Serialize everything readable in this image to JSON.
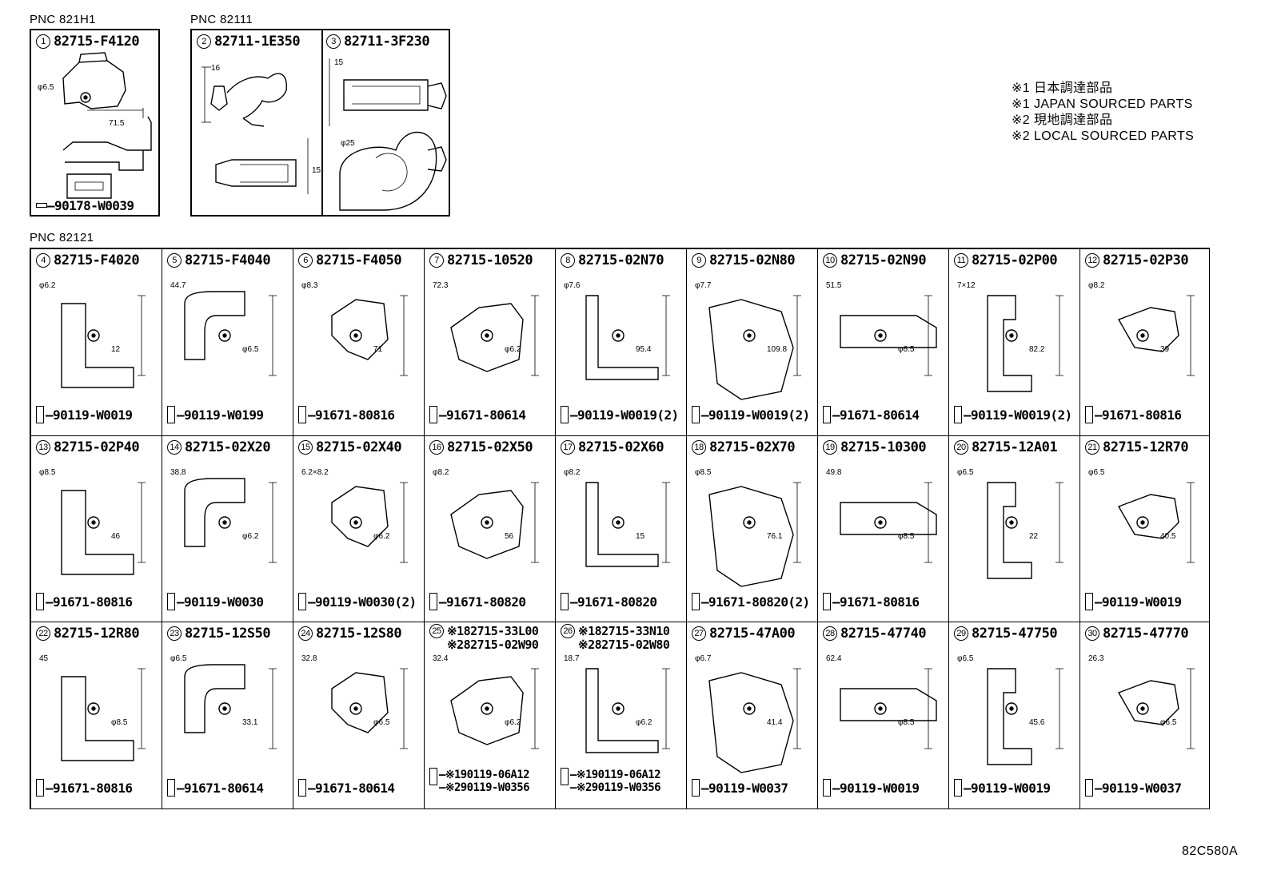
{
  "pnc_labels": {
    "top_left": "PNC 821H1",
    "top_mid": "PNC 82111",
    "main": "PNC 82121"
  },
  "notes": [
    "※1 日本調達部品",
    "※1 JAPAN SOURCED PARTS",
    "※2 現地調達部品",
    "※2 LOCAL SOURCED PARTS"
  ],
  "drawing_ref": "82C580A",
  "top_parts": [
    {
      "num": "1",
      "part": "82715-F4120",
      "dims": [
        "φ6.5",
        "71.5"
      ],
      "bolt": "90178-W0039"
    },
    {
      "num": "2",
      "part": "82711-1E350",
      "dims": [
        "16",
        "15"
      ]
    },
    {
      "num": "3",
      "part": "82711-3F230",
      "dims": [
        "15",
        "φ25"
      ]
    }
  ],
  "parts": [
    {
      "num": "4",
      "part": "82715-F4020",
      "dims": [
        "φ6.2",
        "12"
      ],
      "bolt": "90119-W0019"
    },
    {
      "num": "5",
      "part": "82715-F4040",
      "dims": [
        "44.7",
        "φ6.5"
      ],
      "bolt": "90119-W0199"
    },
    {
      "num": "6",
      "part": "82715-F4050",
      "dims": [
        "φ8.3",
        "71"
      ],
      "bolt": "91671-80816"
    },
    {
      "num": "7",
      "part": "82715-10520",
      "dims": [
        "72.3",
        "φ6.2"
      ],
      "bolt": "91671-80614"
    },
    {
      "num": "8",
      "part": "82715-02N70",
      "dims": [
        "φ7.6",
        "95.4"
      ],
      "bolt": "90119-W0019(2)"
    },
    {
      "num": "9",
      "part": "82715-02N80",
      "dims": [
        "φ7.7",
        "109.8"
      ],
      "bolt": "90119-W0019(2)"
    },
    {
      "num": "10",
      "part": "82715-02N90",
      "dims": [
        "51.5",
        "φ6.5"
      ],
      "bolt": "91671-80614"
    },
    {
      "num": "11",
      "part": "82715-02P00",
      "dims": [
        "7×12",
        "82.2"
      ],
      "bolt": "90119-W0019(2)"
    },
    {
      "num": "12",
      "part": "82715-02P30",
      "dims": [
        "φ8.2",
        "39"
      ],
      "bolt": "91671-80816"
    },
    {
      "num": "13",
      "part": "82715-02P40",
      "dims": [
        "φ8.5",
        "46"
      ],
      "bolt": "91671-80816"
    },
    {
      "num": "14",
      "part": "82715-02X20",
      "dims": [
        "38.8",
        "φ6.2"
      ],
      "bolt": "90119-W0030"
    },
    {
      "num": "15",
      "part": "82715-02X40",
      "dims": [
        "6.2×8.2",
        "φ6.2"
      ],
      "bolt": "90119-W0030(2)"
    },
    {
      "num": "16",
      "part": "82715-02X50",
      "dims": [
        "φ8.2",
        "56"
      ],
      "bolt": "91671-80820"
    },
    {
      "num": "17",
      "part": "82715-02X60",
      "dims": [
        "φ8.2",
        "15"
      ],
      "bolt": "91671-80820"
    },
    {
      "num": "18",
      "part": "82715-02X70",
      "dims": [
        "φ8.5",
        "76.1"
      ],
      "bolt": "91671-80820(2)"
    },
    {
      "num": "19",
      "part": "82715-10300",
      "dims": [
        "49.8",
        "φ8.5"
      ],
      "bolt": "91671-80816"
    },
    {
      "num": "20",
      "part": "82715-12A01",
      "dims": [
        "φ6.5",
        "22"
      ],
      "bolt": ""
    },
    {
      "num": "21",
      "part": "82715-12R70",
      "dims": [
        "φ6.5",
        "40.5"
      ],
      "bolt": "90119-W0019"
    },
    {
      "num": "22",
      "part": "82715-12R80",
      "dims": [
        "45",
        "φ8.5"
      ],
      "bolt": "91671-80816"
    },
    {
      "num": "23",
      "part": "82715-12S50",
      "dims": [
        "φ6.5",
        "33.1"
      ],
      "bolt": "91671-80614"
    },
    {
      "num": "24",
      "part": "82715-12S80",
      "dims": [
        "32.8",
        "φ6.5"
      ],
      "bolt": "91671-80614"
    },
    {
      "num": "25",
      "part": "※182715-33L00",
      "part2": "※282715-02W90",
      "dims": [
        "32.4",
        "φ6.2"
      ],
      "bolt": "※190119-06A12",
      "bolt2": "※290119-W0356"
    },
    {
      "num": "26",
      "part": "※182715-33N10",
      "part2": "※282715-02W80",
      "dims": [
        "18.7",
        "φ6.2"
      ],
      "bolt": "※190119-06A12",
      "bolt2": "※290119-W0356"
    },
    {
      "num": "27",
      "part": "82715-47A00",
      "dims": [
        "φ6.7",
        "41.4"
      ],
      "bolt": "90119-W0037"
    },
    {
      "num": "28",
      "part": "82715-47740",
      "dims": [
        "62.4",
        "φ8.5"
      ],
      "bolt": "90119-W0019"
    },
    {
      "num": "29",
      "part": "82715-47750",
      "dims": [
        "φ6.5",
        "45.6"
      ],
      "bolt": "90119-W0019"
    },
    {
      "num": "30",
      "part": "82715-47770",
      "dims": [
        "26.3",
        "φ6.5"
      ],
      "bolt": "90119-W0037"
    }
  ]
}
